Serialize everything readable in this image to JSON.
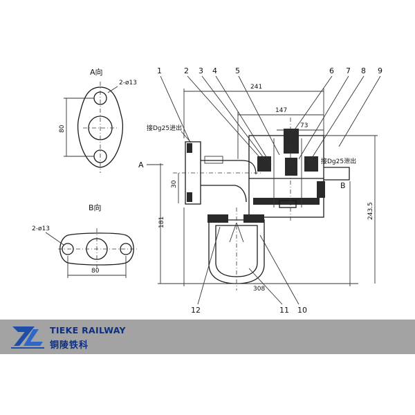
{
  "views": {
    "a_title": "A向",
    "a_hole_spec": "2-ø13",
    "a_height": "80",
    "b_title": "B向",
    "b_hole_spec": "2-ø13",
    "b_width": "80"
  },
  "part_numbers": [
    "1",
    "2",
    "3",
    "4",
    "5",
    "6",
    "7",
    "8",
    "9",
    "10",
    "11",
    "12"
  ],
  "dimensions": {
    "overall_width": "241",
    "width_147": "147",
    "width_73": "73",
    "base_width": "308",
    "inlet_height": "30",
    "body_height": "181",
    "overall_height": "243.5"
  },
  "annotations": {
    "left_pipe": "接Dg25进出",
    "right_pipe": "接Dg25泄出",
    "view_a_marker": "A",
    "view_b_marker": "B"
  },
  "banner": {
    "brand_en": "TIEKE RAILWAY",
    "brand_cn": "铜陵铁科",
    "logo_text": "TL",
    "logo_color": "#1f4ea8",
    "background": "#a3a3a3"
  }
}
